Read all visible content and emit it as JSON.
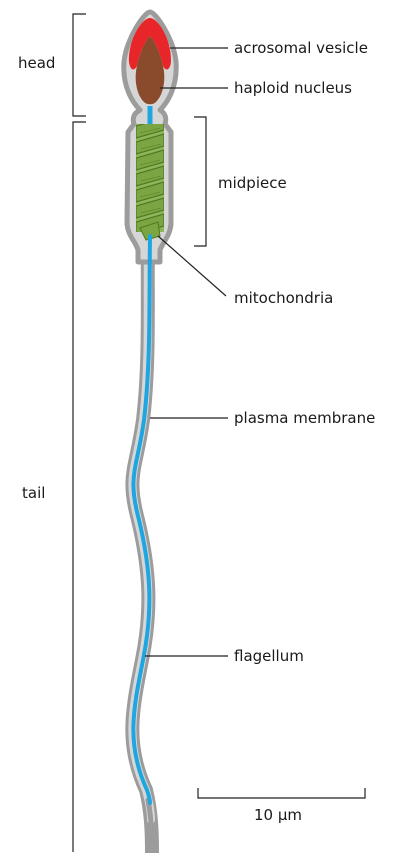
{
  "labels": {
    "head": "head",
    "tail": "tail",
    "midpiece": "midpiece",
    "acrosomal_vesicle": "acrosomal vesicle",
    "haploid_nucleus": "haploid nucleus",
    "mitochondria": "mitochondria",
    "plasma_membrane": "plasma membrane",
    "flagellum": "flagellum",
    "scale_bar": "10 μm"
  },
  "colors": {
    "membrane": "#9c9c9c",
    "cytoplasm": "#d6d6d6",
    "acrosome": "#e8262a",
    "nucleus": "#8a4a2c",
    "mitochondria": "#6f9a3a",
    "flagellum": "#1ea6e0",
    "line": "#222222"
  }
}
